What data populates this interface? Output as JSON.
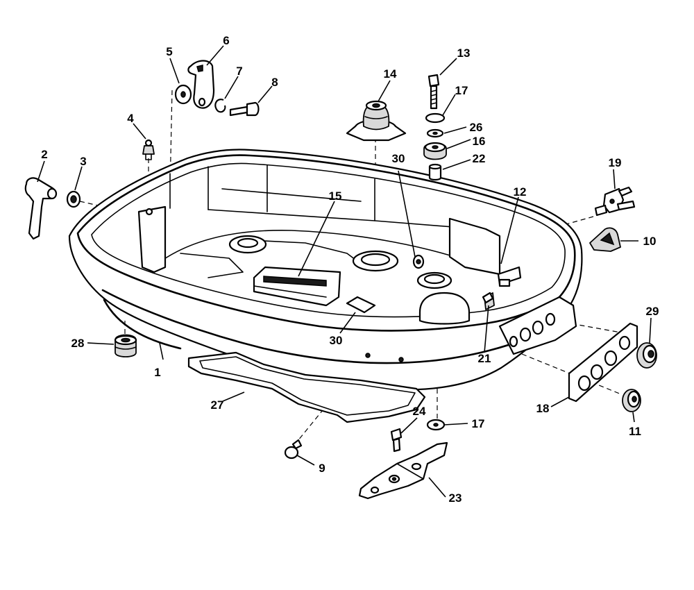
{
  "callouts": [
    {
      "id": "c1",
      "label": "1"
    },
    {
      "id": "c2",
      "label": "2"
    },
    {
      "id": "c3",
      "label": "3"
    },
    {
      "id": "c4",
      "label": "4"
    },
    {
      "id": "c5",
      "label": "5"
    },
    {
      "id": "c6",
      "label": "6"
    },
    {
      "id": "c7",
      "label": "7"
    },
    {
      "id": "c8",
      "label": "8"
    },
    {
      "id": "c9",
      "label": "9"
    },
    {
      "id": "c10",
      "label": "10"
    },
    {
      "id": "c11",
      "label": "11"
    },
    {
      "id": "c12",
      "label": "12"
    },
    {
      "id": "c13",
      "label": "13"
    },
    {
      "id": "c14",
      "label": "14"
    },
    {
      "id": "c15",
      "label": "15"
    },
    {
      "id": "c16",
      "label": "16"
    },
    {
      "id": "c17a",
      "label": "17"
    },
    {
      "id": "c17b",
      "label": "17"
    },
    {
      "id": "c18",
      "label": "18"
    },
    {
      "id": "c19",
      "label": "19"
    },
    {
      "id": "c21",
      "label": "21"
    },
    {
      "id": "c22",
      "label": "22"
    },
    {
      "id": "c23",
      "label": "23"
    },
    {
      "id": "c24",
      "label": "24"
    },
    {
      "id": "c26",
      "label": "26"
    },
    {
      "id": "c27",
      "label": "27"
    },
    {
      "id": "c28",
      "label": "28"
    },
    {
      "id": "c29",
      "label": "29"
    },
    {
      "id": "c30a",
      "label": "30"
    },
    {
      "id": "c30b",
      "label": "30"
    }
  ]
}
